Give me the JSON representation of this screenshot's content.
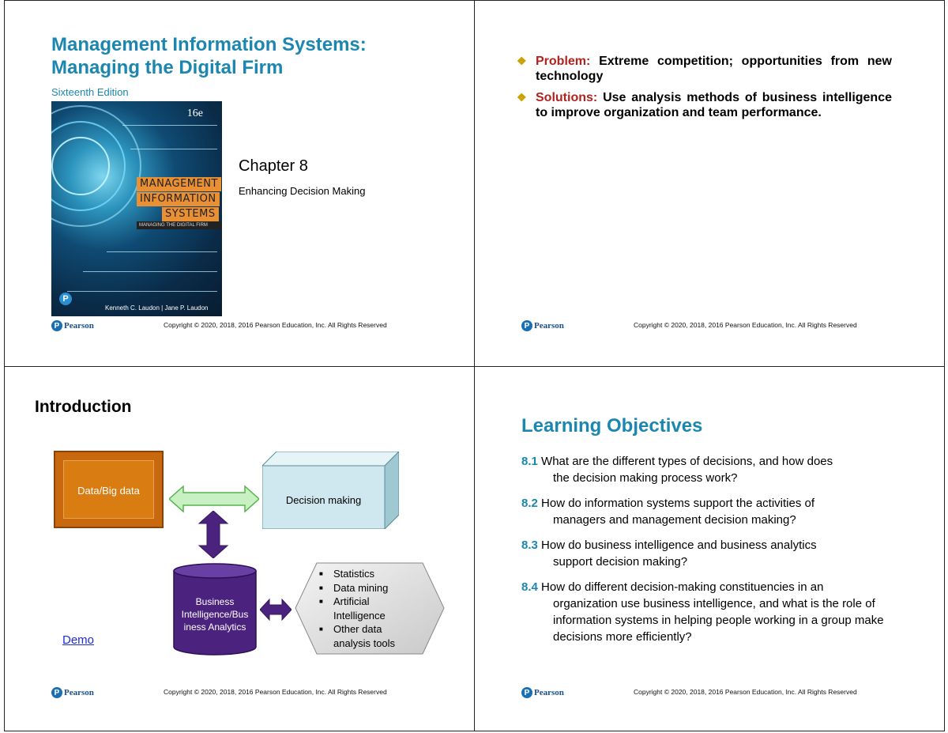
{
  "footer": {
    "logo_text": "Pearson",
    "logo_letter": "P",
    "copyright": "Copyright © 2020, 2018, 2016 Pearson Education, Inc. All Rights Reserved"
  },
  "slide1": {
    "title_line1": "Management Information Systems:",
    "title_line2": "Managing the Digital Firm",
    "edition": "Sixteenth Edition",
    "cover": {
      "edition_mark": "16e",
      "band1": "MANAGEMENT",
      "band2": "INFORMATION",
      "band3": "SYSTEMS",
      "subtitle": "MANAGING THE DIGITAL FIRM",
      "authors": "Kenneth C. Laudon  |  Jane P. Laudon",
      "logo_letter": "P"
    },
    "chapter": "Chapter 8",
    "chapter_subtitle": "Enhancing Decision Making"
  },
  "slide2": {
    "bullets": [
      {
        "label": "Problem:",
        "text": "Extreme competition; opportunities from new technology"
      },
      {
        "label": "Solutions:",
        "text": "Use analysis methods of business intelligence to improve organization and team performance."
      }
    ],
    "bullet_icon": "diamond-bullet-icon"
  },
  "slide3": {
    "title": "Introduction",
    "data_box": "Data/Big data",
    "decision_box": "Decision making",
    "ba_line1": "Business",
    "ba_line2": "Intelligence/Bus",
    "ba_line3": "iness Analytics",
    "tools": [
      "Statistics",
      "Data mining",
      "Artificial Intelligence",
      "Other data analysis tools"
    ],
    "demo_link": "Demo",
    "colors": {
      "data": "#c8690f",
      "decision": "#cfe8ef",
      "analytics": "#4b237f",
      "arrow_green": "#a9e7a3"
    }
  },
  "slide4": {
    "title": "Learning Objectives",
    "objectives": [
      {
        "num": "8.1",
        "first": "What are the different types of decisions, and how does",
        "rest": "the decision making process work?"
      },
      {
        "num": "8.2",
        "first": "How do information systems support the activities of",
        "rest": "managers and management decision making?"
      },
      {
        "num": "8.3",
        "first": "How do business intelligence and business analytics",
        "rest": "support decision making?"
      },
      {
        "num": "8.4",
        "first": "How do different decision-making constituencies in an",
        "rest": "organization use business intelligence, and what is the role of information systems in helping people working in a group make decisions more efficiently?"
      }
    ]
  }
}
